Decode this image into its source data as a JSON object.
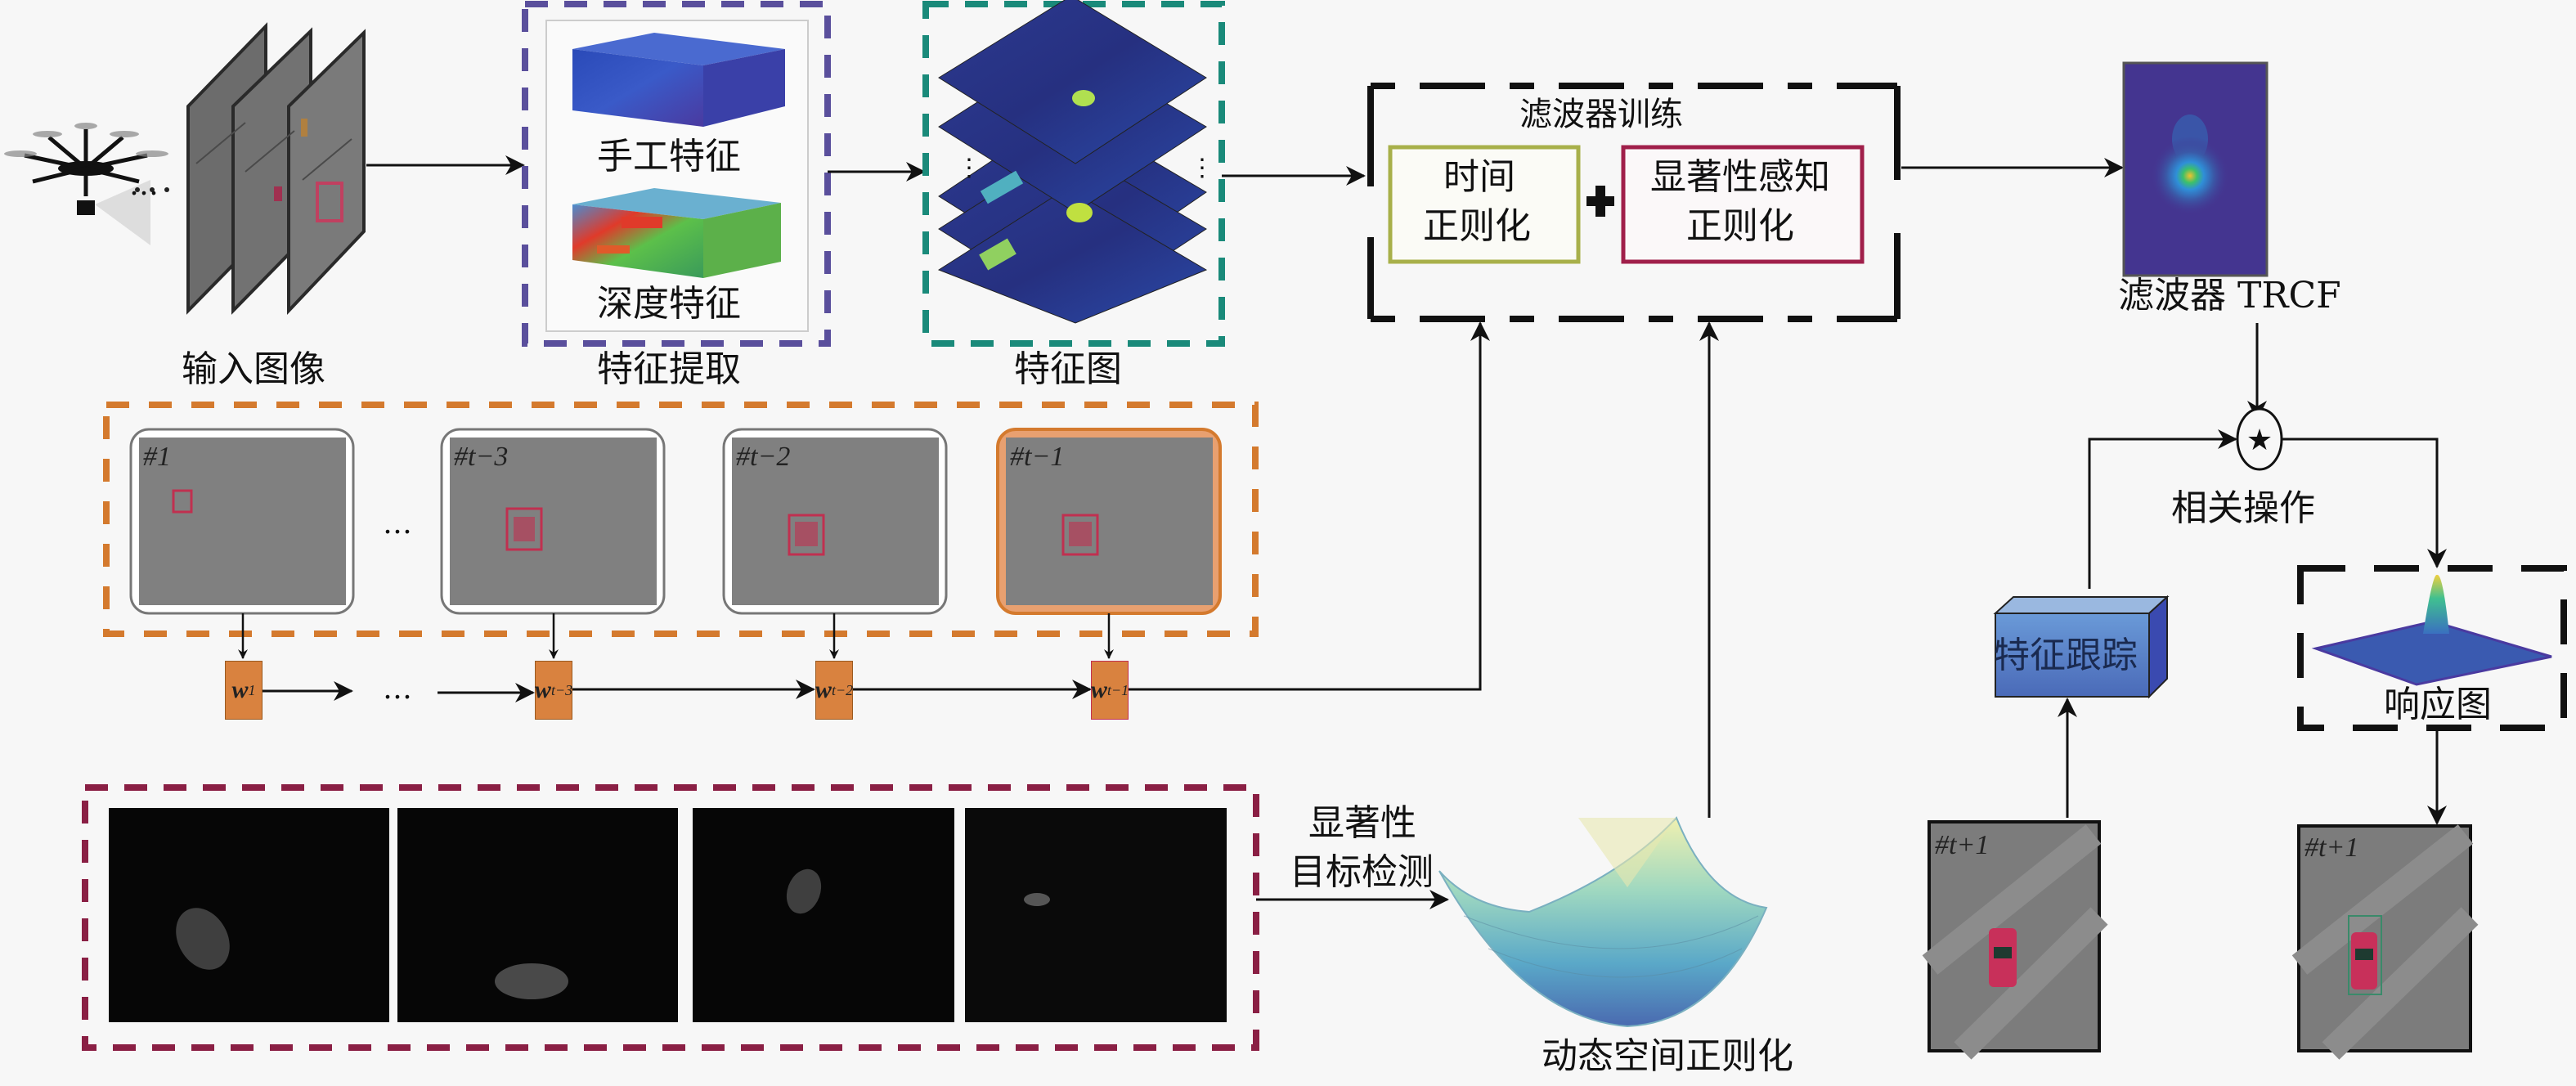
{
  "title": "UAV target tracking pipeline with temporal and saliency-aware regularized correlation filter",
  "stages": {
    "input": {
      "label": "输入图像"
    },
    "feature_extraction": {
      "label": "特征提取",
      "handcrafted": "手工特征",
      "deep": "深度特征"
    },
    "feature_maps": {
      "label": "特征图"
    },
    "filter_training": {
      "label": "滤波器训练",
      "temporal_reg_line1": "时间",
      "temporal_reg_line2": "正则化",
      "plus": "+",
      "saliency_reg_line1": "显著性感知",
      "saliency_reg_line2": "正则化"
    },
    "filter": {
      "label": "滤波器 TRCF"
    },
    "correlation": {
      "label": "相关操作",
      "symbol": "★"
    },
    "feature_tracking": {
      "label": "特征跟踪"
    },
    "response_map": {
      "label": "响应图"
    },
    "saliency_detection": {
      "label_line1": "显著性",
      "label_line2": "目标检测"
    },
    "dynamic_spatial_reg": {
      "label": "动态空间正则化"
    }
  },
  "history_frames": [
    {
      "tag_prefix": "#",
      "tag_main": "1",
      "tag_suffix": ""
    },
    {
      "tag_prefix": "#",
      "tag_main": "t",
      "tag_suffix": "−3"
    },
    {
      "tag_prefix": "#",
      "tag_main": "t",
      "tag_suffix": "−2"
    },
    {
      "tag_prefix": "#",
      "tag_main": "t",
      "tag_suffix": "−1"
    }
  ],
  "weights": [
    {
      "symbol": "w",
      "sub": "1"
    },
    {
      "symbol": "w",
      "sub": "t−3"
    },
    {
      "symbol": "w",
      "sub": "t−2"
    },
    {
      "symbol": "w",
      "sub": "t−1"
    }
  ],
  "ellipsis": "…",
  "vertical_ellipsis": "⋮",
  "next_frame_tag": "#t+1",
  "colors": {
    "feature_extraction_border": "#5a4f9c",
    "feature_map_border": "#1a8a7a",
    "history_border": "#d47a2e",
    "saliency_border": "#8a1f44",
    "temporal_box_border": "#a8b04a",
    "saliency_box_border": "#a01f4a",
    "weight_box": "#d9823f",
    "filter_bg": "#443590"
  }
}
